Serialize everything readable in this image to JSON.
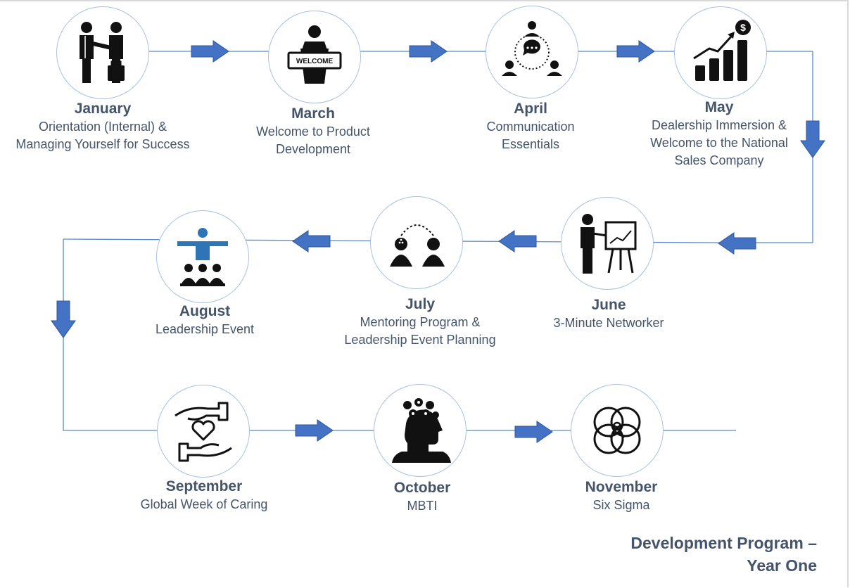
{
  "title": "Development Program –\nYear One",
  "colors": {
    "line": "#5b8bc8",
    "arrow": "#4472c4",
    "circle_border": "#a9c1df",
    "text": "#44546a",
    "icon": "#111111",
    "icon_accent": "#2e75b6"
  },
  "milestones": [
    {
      "month": "January",
      "description": "Orientation (Internal) &\nManaging Yourself for Success",
      "icon": "handshake-icon"
    },
    {
      "month": "March",
      "description": "Welcome to Product\nDevelopment",
      "icon": "welcome-podium-icon",
      "icon_text": "WELCOME"
    },
    {
      "month": "April",
      "description": "Communication\nEssentials",
      "icon": "team-communication-icon"
    },
    {
      "month": "May",
      "description": "Dealership Immersion &\nWelcome to the National\nSales Company",
      "icon": "sales-growth-chart-icon"
    },
    {
      "month": "June",
      "description": "3-Minute Networker",
      "icon": "presentation-icon"
    },
    {
      "month": "July",
      "description": "Mentoring Program &\nLeadership Event Planning",
      "icon": "mentoring-icon"
    },
    {
      "month": "August",
      "description": "Leadership Event",
      "icon": "leadership-icon"
    },
    {
      "month": "September",
      "description": "Global Week of Caring",
      "icon": "caring-hands-icon"
    },
    {
      "month": "October",
      "description": "MBTI",
      "icon": "mind-puzzle-icon"
    },
    {
      "month": "November",
      "description": "Six Sigma",
      "icon": "six-sigma-icon"
    }
  ]
}
